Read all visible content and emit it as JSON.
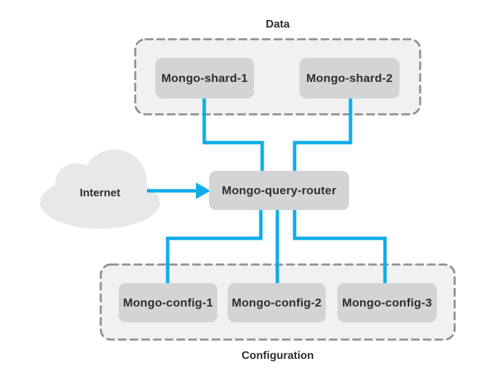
{
  "groups": {
    "data": {
      "label": "Data"
    },
    "configuration": {
      "label": "Configuration"
    }
  },
  "nodes": {
    "internet": {
      "label": "Internet"
    },
    "shard1": {
      "label": "Mongo-shard-1"
    },
    "shard2": {
      "label": "Mongo-shard-2"
    },
    "router": {
      "label": "Mongo-query-router"
    },
    "config1": {
      "label": "Mongo-config-1"
    },
    "config2": {
      "label": "Mongo-config-2"
    },
    "config3": {
      "label": "Mongo-config-3"
    }
  },
  "connections": [
    {
      "from": "Internet",
      "to": "Mongo-query-router",
      "arrow": true
    },
    {
      "from": "Mongo-shard-1",
      "to": "Mongo-query-router",
      "arrow": false
    },
    {
      "from": "Mongo-shard-2",
      "to": "Mongo-query-router",
      "arrow": false
    },
    {
      "from": "Mongo-query-router",
      "to": "Mongo-config-1",
      "arrow": false
    },
    {
      "from": "Mongo-query-router",
      "to": "Mongo-config-2",
      "arrow": false
    },
    {
      "from": "Mongo-query-router",
      "to": "Mongo-config-3",
      "arrow": false
    }
  ],
  "colors": {
    "accent": "#10ace9",
    "node-fill": "#d2d4d5",
    "group-fill": "#f1f1f2",
    "group-border": "#8e9194",
    "cloud-fill": "#e6e8ea",
    "text": "#2c2e30",
    "canvas-bg": "#ffffff"
  }
}
